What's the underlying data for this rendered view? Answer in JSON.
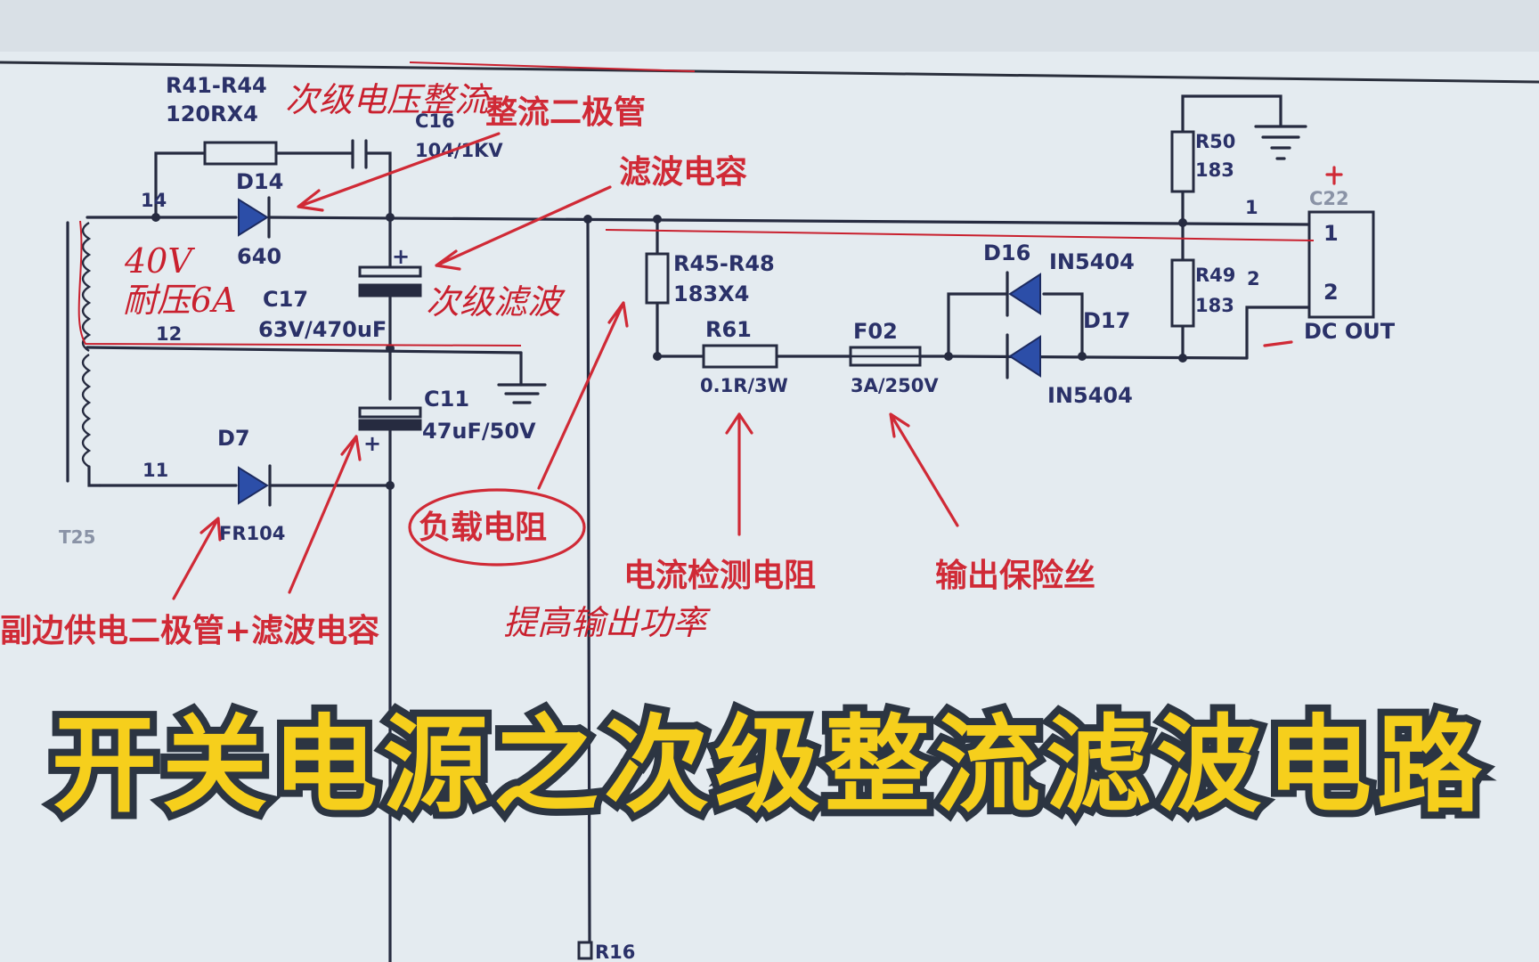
{
  "components": {
    "r41_r44": {
      "ref": "R41-R44",
      "value": "120RX4"
    },
    "c16": {
      "ref": "C16",
      "value": "104/1KV"
    },
    "d14": {
      "ref": "D14",
      "value": "640"
    },
    "c17": {
      "ref": "C17",
      "value": "63V/470uF"
    },
    "r45_r48": {
      "ref": "R45-R48",
      "value": "183X4"
    },
    "r61": {
      "ref": "R61",
      "value": "0.1R/3W"
    },
    "f02": {
      "ref": "F02",
      "value": "3A/250V"
    },
    "d16": {
      "ref": "D16",
      "value": "IN5404"
    },
    "d17": {
      "ref": "D17",
      "value": "IN5404"
    },
    "r50": {
      "ref": "R50",
      "value": "183"
    },
    "r49": {
      "ref": "R49",
      "value": "183"
    },
    "c22": {
      "ref": "C22",
      "pin1": "1",
      "pin2": "2",
      "label": "DC OUT"
    },
    "c11": {
      "ref": "C11",
      "value": "47uF/50V"
    },
    "d7": {
      "ref": "D7",
      "value": "FR104"
    },
    "pins": {
      "p14": "14",
      "p12": "12",
      "p11": "11",
      "net1": "1",
      "net2": "2"
    },
    "transformer_ref": "T25",
    "bottom_ref": "R16"
  },
  "annotations": {
    "handwritten_top": "次级电压整流",
    "rectifier_diode": "整流二极管",
    "filter_cap": "滤波电容",
    "voltage_note_1": "40V",
    "voltage_note_2": "耐压6A",
    "secondary_filter": "次级滤波",
    "load_resistor": "负载电阻",
    "current_sense": "电流检测电阻",
    "output_fuse": "输出保险丝",
    "aux_supply": "副边供电二极管+滤波电容",
    "efficiency_note": "提高输出功率"
  },
  "caption": "开关电源之次级整流滤波电路",
  "colors": {
    "ink": "#262b40",
    "annotation_red": "#d02a36",
    "caption_yellow": "#f6cf1c",
    "caption_outline": "#2c3542",
    "diode_blue": "#2c4ea8"
  }
}
